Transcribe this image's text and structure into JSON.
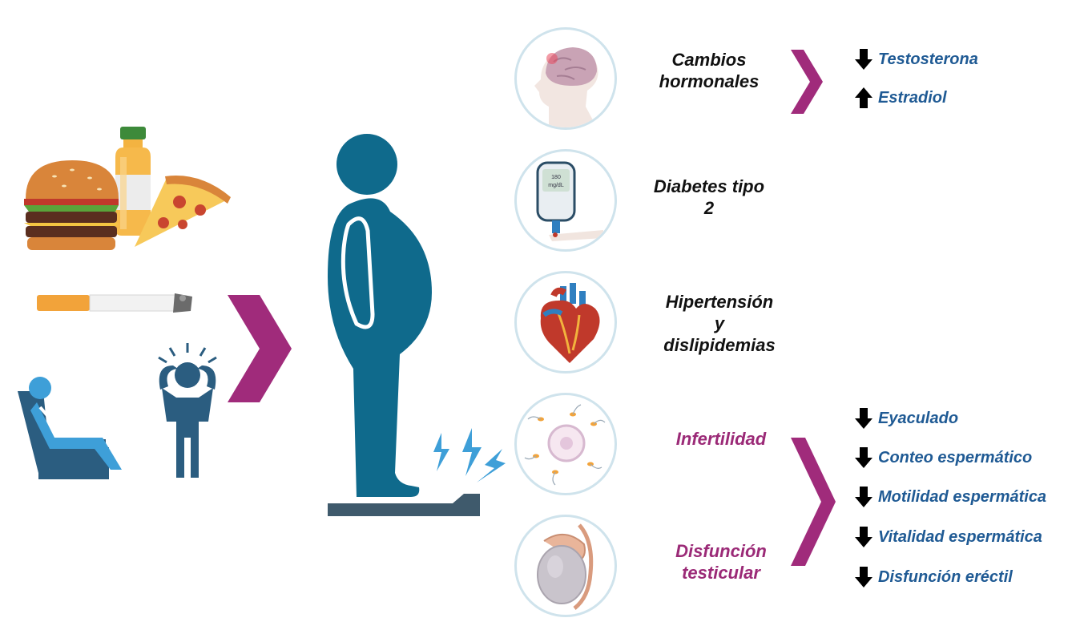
{
  "center": {
    "conditions": {
      "hormonal": [
        "Cambios",
        "hormonales"
      ],
      "diabetes": [
        "Diabetes tipo",
        "2"
      ],
      "hypertension": [
        "Hipertensión",
        "y",
        "dislipidemias"
      ],
      "infertility": [
        "Infertilidad"
      ],
      "testicular": [
        "Disfunción",
        "testicular"
      ]
    }
  },
  "effects": {
    "hormonal": [
      {
        "direction": "down",
        "label": "Testosterona"
      },
      {
        "direction": "up",
        "label": "Estradiol"
      }
    ],
    "reproductive": [
      {
        "direction": "down",
        "label": "Eyaculado"
      },
      {
        "direction": "down",
        "label": "Conteo espermático"
      },
      {
        "direction": "down",
        "label": "Motilidad espermática"
      },
      {
        "direction": "down",
        "label": "Vitalidad espermática"
      },
      {
        "direction": "down",
        "label": "Disfunción eréctil"
      }
    ]
  },
  "icons": {
    "causes": [
      "fast-food-icon",
      "cigarette-icon",
      "sedentary-icon",
      "stress-icon"
    ],
    "central": "obese-man-on-scale-icon",
    "conditions": [
      "brain-icon",
      "glucometer-icon",
      "heart-icon",
      "sperm-egg-icon",
      "testis-icon"
    ]
  },
  "colors": {
    "figure": "#0f6a8c",
    "chevron": "#a02b7b",
    "effect_text": "#1f5a94",
    "condition_magenta": "#9b2a77",
    "circle_border": "#cfe3ec"
  }
}
